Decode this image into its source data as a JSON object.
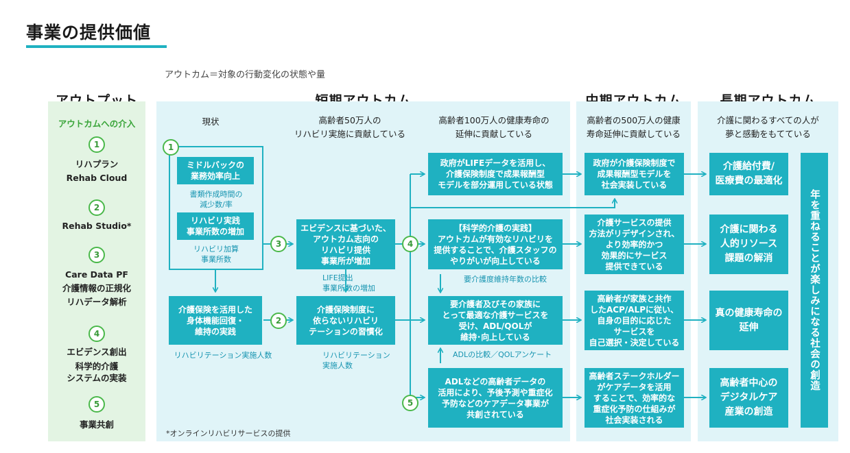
{
  "title": "事業の提供価値",
  "outcome_definition": "アウトカム＝対象の行動変化の状態や量",
  "columns": {
    "output": "アウトプット",
    "short": "短期アウトカム",
    "mid": "中期アウトカム",
    "long": "長期アウトカム"
  },
  "output": {
    "header": "アウトカムへの介入",
    "items": [
      {
        "num": "1",
        "lines": [
          "リハプラン",
          "Rehab Cloud"
        ]
      },
      {
        "num": "2",
        "lines": [
          "Rehab Studio*"
        ]
      },
      {
        "num": "3",
        "lines": [
          "Care Data PF",
          "介護情報の正規化",
          "リハデータ解析"
        ]
      },
      {
        "num": "4",
        "lines": [
          "エビデンス創出",
          "科学的介護",
          "システムの実装"
        ]
      },
      {
        "num": "5",
        "lines": [
          "事業共創"
        ]
      }
    ]
  },
  "short": {
    "subheads": [
      [
        "現状"
      ],
      [
        "高齢者50万人の",
        "リハビリ実施に貢献している"
      ],
      [
        "高齢者100万人の健康寿命の",
        "延伸に貢献している"
      ]
    ],
    "boxes": {
      "middle_back": [
        "ミドルバックの",
        "業務効率向上"
      ],
      "rehab_practice": [
        "リハビリ実践",
        "事業所数の増加"
      ],
      "care_insurance": [
        "介護保険を活用した",
        "身体機能回復・",
        "維持の実践"
      ],
      "evidence": [
        "エビデンスに基づいた、",
        "アウトカム志向の",
        "リハビリ提供",
        "事業所が増加"
      ],
      "habit": [
        "介護保険制度に",
        "依らないリハビリ",
        "テーションの習慣化"
      ],
      "gov_life": [
        "政府がLIFEデータを活用し、",
        "介護保険制度で成果報酬型",
        "モデルを部分運用している状態"
      ],
      "scientific": [
        "【科学的介護の実践】",
        "アウトカムが有効なリハビリを",
        "提供することで、介護スタッフの",
        "やりがいが向上している"
      ],
      "family": [
        "要介護者及びその家族に",
        "とって最適な介護サービスを",
        "受け、ADL/QOLが",
        "維持･向上している"
      ],
      "adl_data": [
        "ADLなどの高齢者データの",
        "活用により、予後予測や重症化",
        "予防などのケアデータ事業が",
        "共創されている"
      ]
    },
    "labels": {
      "document_time": [
        "書類作成時間の",
        "減少数/率"
      ],
      "rehab_addition": [
        "リハビリ加算",
        "事業所数"
      ],
      "rehab_count": [
        "リハビリテーション実施人数"
      ],
      "life_submission": [
        "LIFE提出",
        "事業所数の増加"
      ],
      "rehab_count2": [
        "リハビリテーション",
        "実施人数"
      ],
      "care_level": [
        "要介護度維持年数の比較"
      ],
      "adl_compare": [
        "ADLの比較／QOLアンケート"
      ]
    },
    "circle_nums": [
      "1",
      "2",
      "3",
      "4",
      "5"
    ],
    "footnote": "*オンラインリハビリサービスの提供"
  },
  "mid": {
    "subhead": [
      "高齢者の500万人の健康",
      "寿命延伸に貢献している"
    ],
    "boxes": [
      [
        "政府が介護保険制度で",
        "成果報酬型モデルを",
        "社会実装している"
      ],
      [
        "介護サービスの提供",
        "方法がリデザインされ、",
        "より効率的かつ",
        "効果的にサービス",
        "提供できている"
      ],
      [
        "高齢者が家族と共作",
        "したACP/ALPに従い、",
        "自身の目的に応じた",
        "サービスを",
        "自己選択・決定している"
      ],
      [
        "高齢者ステークホルダー",
        "がケアデータを活用",
        "することで、効率的な",
        "重症化予防の仕組みが",
        "社会実装される"
      ]
    ]
  },
  "long": {
    "subhead": [
      "介護に関わるすべての人が",
      "夢と感動をもてている"
    ],
    "boxes": [
      [
        "介護給付費/",
        "医療費の最適化"
      ],
      [
        "介護に関わる",
        "人的リソース",
        "課題の解消"
      ],
      [
        "真の健康寿命の",
        "延伸"
      ],
      [
        "高齢者中心の",
        "デジタルケア",
        "産業の創造"
      ]
    ],
    "vertical": "年を重ねることが楽しみになる社会の創造"
  },
  "colors": {
    "accent": "#1fb1c1",
    "green": "#4ab84a",
    "output_bg": "#e3f4e3",
    "panel_bg": "#e0f4f8"
  }
}
